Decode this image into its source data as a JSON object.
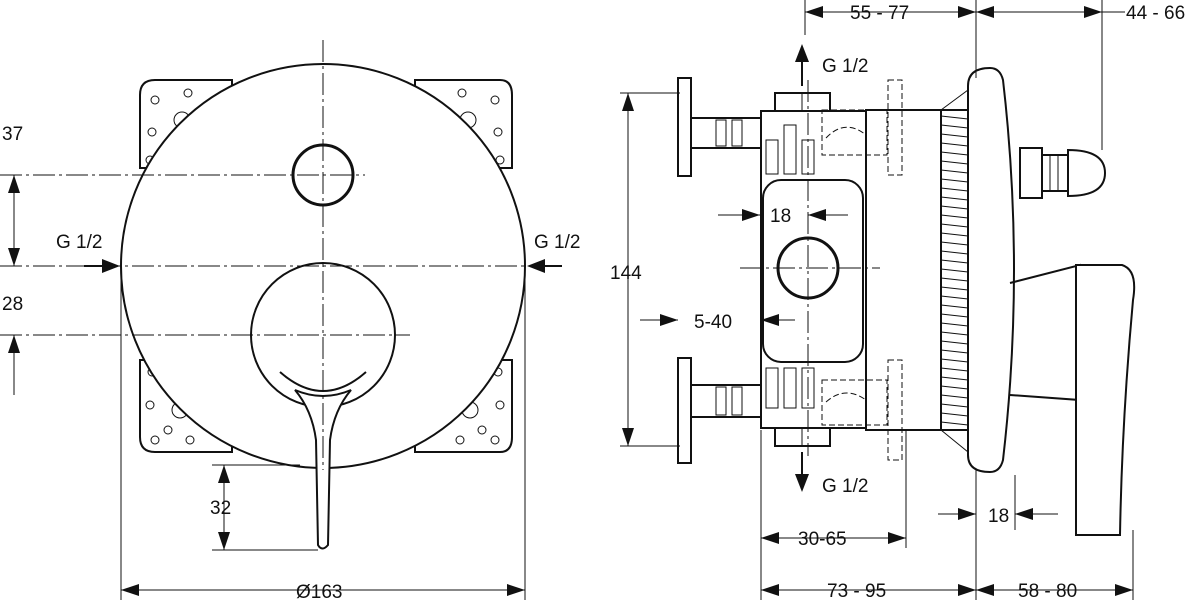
{
  "front_view": {
    "dim_37": "37",
    "dim_28": "28",
    "dim_32": "32",
    "dim_diameter": "Ø163",
    "inlet_left": "G 1/2",
    "inlet_right": "G 1/2"
  },
  "side_view": {
    "dim_55_77": "55 - 77",
    "dim_44_66": "44 - 66",
    "dim_144": "144",
    "dim_18_body": "18",
    "dim_5_40": "5-40",
    "dim_18_lever": "18",
    "dim_30_65": "30-65",
    "dim_73_95": "73 - 95",
    "dim_58_80": "58 - 80",
    "outlet_top": "G 1/2",
    "outlet_bottom": "G 1/2"
  }
}
